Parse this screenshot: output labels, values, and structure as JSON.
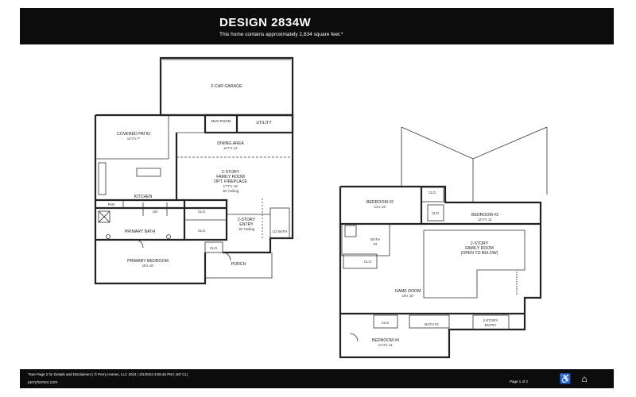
{
  "header": {
    "title": "DESIGN 2834W",
    "subtitle": "This home contains approximately 2,834 square feet.*"
  },
  "footer": {
    "disclaimer": "*See Page 2 for Details and Disclaimers  |  © Perry Homes, LLC 2024  |  3/1/2024 3:06:46 PM  |  (40' CL)",
    "brand": "perryhomes.com",
    "page": "Page 1 of 2",
    "icons": [
      "accessibility-icon",
      "equal-housing-icon"
    ]
  },
  "first_floor": {
    "garage": {
      "name": "2-CAR GARAGE"
    },
    "mud_room": {
      "name": "MUD ROOM"
    },
    "utility": {
      "name": "UTILITY"
    },
    "covered_patio": {
      "name": "COVERED PATIO",
      "dim": "12'4\"x 7'"
    },
    "dining": {
      "name": "DINING AREA",
      "dim": "11'7\"x 11'"
    },
    "family": {
      "name1": "2-STORY",
      "name2": "FAMILY ROOM",
      "name3": "OPT. FIREPLACE",
      "dim": "17'7\"x 16'",
      "ceiling": "18' Ceiling"
    },
    "kitchen": {
      "name": "KITCHEN"
    },
    "pan": {
      "name": "PAN"
    },
    "lin": {
      "name": "LIN"
    },
    "clo1": {
      "name": "CLO."
    },
    "clo2": {
      "name": "CLO."
    },
    "clo3": {
      "name": "CLO."
    },
    "primary_bath": {
      "name": "PRIMARY BATH"
    },
    "entry": {
      "name1": "2-STORY",
      "name2": "ENTRY",
      "ceiling": "18' Ceiling"
    },
    "half_bath": {
      "name": "1/2 BATH"
    },
    "primary_bedroom": {
      "name": "PRIMARY BEDROOM",
      "dim": "15'x 16'"
    },
    "porch": {
      "name": "PORCH"
    }
  },
  "second_floor": {
    "bedroom2": {
      "name": "BEDROOM #2",
      "dim": "12'x 13'"
    },
    "clo_b2": {
      "name": "CLO."
    },
    "clo_b3": {
      "name": "CLO."
    },
    "bedroom3": {
      "name": "BEDROOM #3",
      "dim": "12'4\"x 11'"
    },
    "bath2": {
      "name1": "BATH",
      "name2": "#2"
    },
    "clo_bath2": {
      "name": "CLO."
    },
    "family_open": {
      "name1": "2-STORY",
      "name2": "FAMILY ROOM",
      "name3": "(OPEN TO BELOW)"
    },
    "game_room": {
      "name": "GAME ROOM",
      "dim": "19'x 16'"
    },
    "clo_b4": {
      "name": "CLO."
    },
    "bath3": {
      "name": "BATH #3"
    },
    "entry_open": {
      "name1": "2-STORY",
      "name2": "ENTRY"
    },
    "bedroom4": {
      "name": "BEDROOM #4",
      "dim": "12'4\"x 11'"
    }
  }
}
